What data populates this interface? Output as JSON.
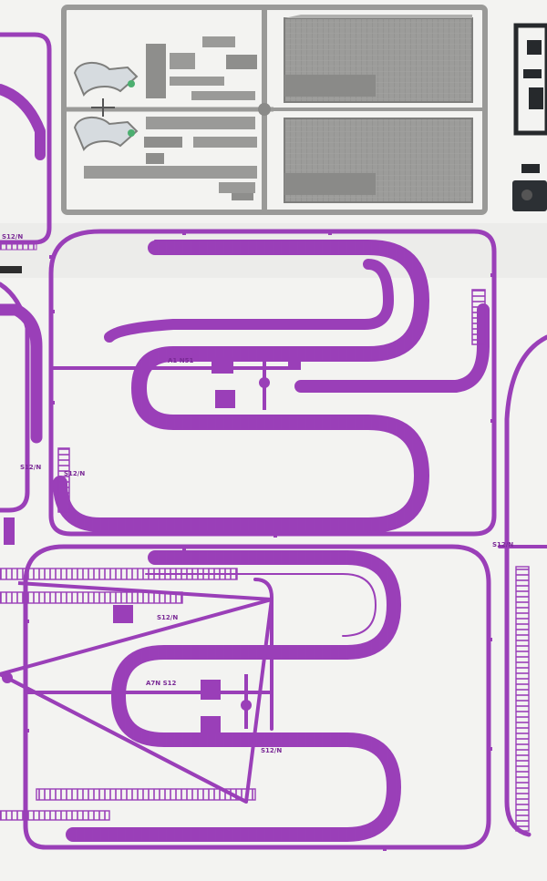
{
  "photo": {
    "subject": "plastic model kit sprues",
    "colors": {
      "background": "#f3f3f1",
      "shadow": "#e4e4e0",
      "purple": "#9a3fb8",
      "purple_dark": "#7a2a96",
      "purple_light": "#b463d0",
      "gray": "#9a9a98",
      "gray_dark": "#7e7e7c",
      "gray_light": "#b2b2b0",
      "black": "#26292c"
    },
    "part_labels": {
      "left_top": "S12/N",
      "mid_upper_1": "A1 N51",
      "mid_upper_2": "S12/N",
      "mid_left": "S12/N",
      "lower_1": "S12/N",
      "lower_2": "A7N S12",
      "lower_3": "S12/N",
      "lower_right": "S12/N"
    },
    "part_icons": [
      "warning-icon",
      "warning-icon",
      "warning-icon"
    ]
  }
}
